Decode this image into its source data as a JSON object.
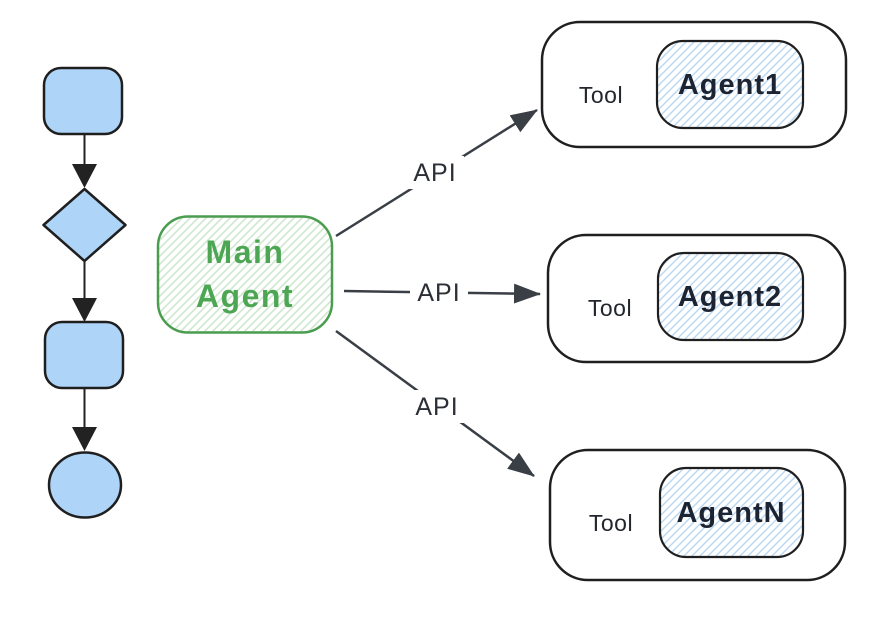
{
  "diagram": {
    "main_agent": {
      "line1": "Main",
      "line2": "Agent"
    },
    "api_labels": [
      "API",
      "API",
      "API"
    ],
    "tools": [
      {
        "label": "Tool",
        "agent": "Agent1"
      },
      {
        "label": "Tool",
        "agent": "Agent2"
      },
      {
        "label": "Tool",
        "agent": "AgentN"
      }
    ],
    "colors": {
      "background": "#ffffff",
      "node_fill": "#aed4f7",
      "node_stroke": "#1f1f1f",
      "flow_arrow": "#222222",
      "green_border": "#4a9d4f",
      "green_text": "#4da653",
      "green_hatch": "#cfe7cf",
      "blue_hatch": "#b9d7f3",
      "edge": "#3a3f46",
      "agent_text": "#1c2433",
      "tool_text": "#23272d",
      "api_text": "#2b2f36"
    }
  }
}
